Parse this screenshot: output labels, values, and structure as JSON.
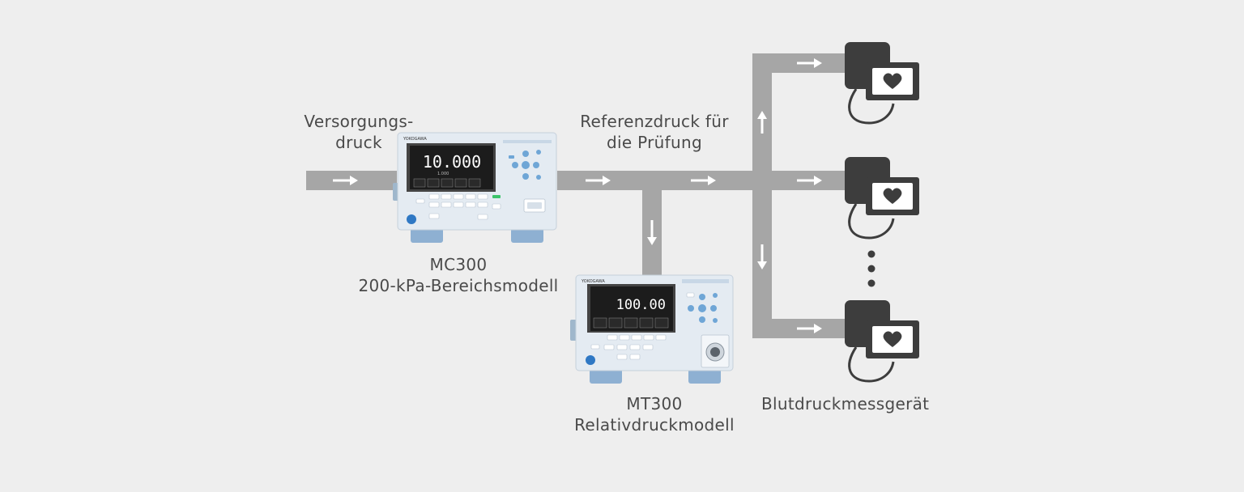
{
  "labels": {
    "supply_line1": "Versorgungs-",
    "supply_line2": "druck",
    "reference_line1": "Referenzdruck für",
    "reference_line2": "die Prüfung",
    "mc300_model": "MC300",
    "mc300_desc": "200-kPa-Bereichsmodell",
    "mt300_model": "MT300",
    "mt300_desc": "Relativdruckmodell",
    "bp_device": "Blutdruckmessgerät"
  },
  "devices": {
    "mc300": {
      "brand": "YOKOGAWA",
      "display_value": "10.000",
      "sub_value": "1.000"
    },
    "mt300": {
      "brand": "YOKOGAWA",
      "display_value": "100.00"
    }
  },
  "icons": [
    "flow-arrow-icon",
    "blood-pressure-monitor-icon",
    "heart-icon",
    "ellipsis-icon"
  ],
  "colors": {
    "background": "#eeeeee",
    "pipe": "#a6a6a6",
    "icon": "#3d3d3d",
    "text": "#4a4a4a",
    "device_body": "#e4ebf2",
    "screen": "#1c1c1c",
    "feet": "#8eb0d2"
  }
}
